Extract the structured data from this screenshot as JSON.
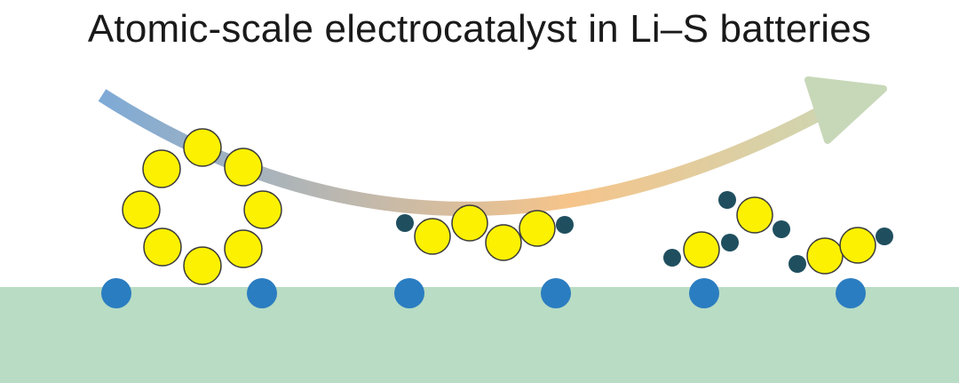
{
  "title": "Atomic-scale electrocatalyst in Li–S batteries",
  "colors": {
    "substrate": "#b8dcc4",
    "catalyst_atom": "#2b7dc1",
    "sulfur_atom": "#fbf100",
    "sulfur_outline": "#3a3a3a",
    "lithium_atom": "#1f4f5f",
    "arrow_start": "#7eaad6",
    "arrow_mid": "#f6c48a",
    "arrow_end": "#c7d8b8"
  },
  "icons": {
    "arrow": "process-direction-arrow",
    "s8_ring": "sulfur-ring-molecule",
    "polysulfide": "lithium-polysulfide-chain",
    "short_sulfide": "short-chain-lithium-sulfide",
    "catalyst_site": "single-atom-catalyst-site"
  }
}
